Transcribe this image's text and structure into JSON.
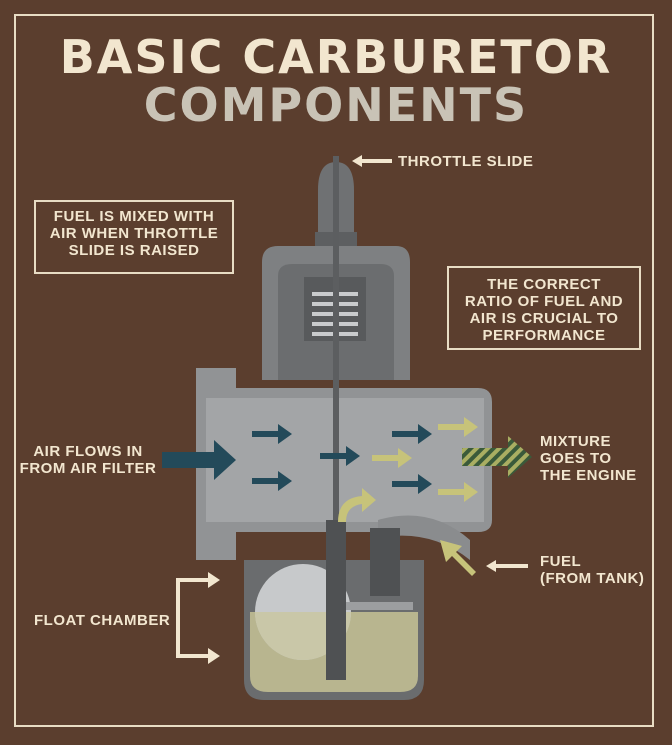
{
  "title": {
    "line1": "BASIC CARBURETOR",
    "line2": "COMPONENTS"
  },
  "notes": {
    "mix": [
      "FUEL IS MIXED WITH",
      "AIR WHEN THROTTLE",
      "SLIDE IS RAISED"
    ],
    "ratio": [
      "THE CORRECT",
      "RATIO OF FUEL AND",
      "AIR IS CRUCIAL TO",
      "PERFORMANCE"
    ]
  },
  "labels": {
    "throttle": "THROTTLE SLIDE",
    "air_in": [
      "AIR FLOWS IN",
      "FROM AIR FILTER"
    ],
    "mixture": [
      "MIXTURE",
      "GOES TO",
      "THE ENGINE"
    ],
    "fuel": [
      "FUEL",
      "(FROM TANK)"
    ],
    "float": "FLOAT CHAMBER"
  },
  "colors": {
    "background": "#5b3e2e",
    "cream": "#f2e6cf",
    "air_arrow": "#234a5a",
    "fuel_arrow": "#c7c37a",
    "body_gray": "#8e9092",
    "fuel_level": "#b8b58f"
  }
}
